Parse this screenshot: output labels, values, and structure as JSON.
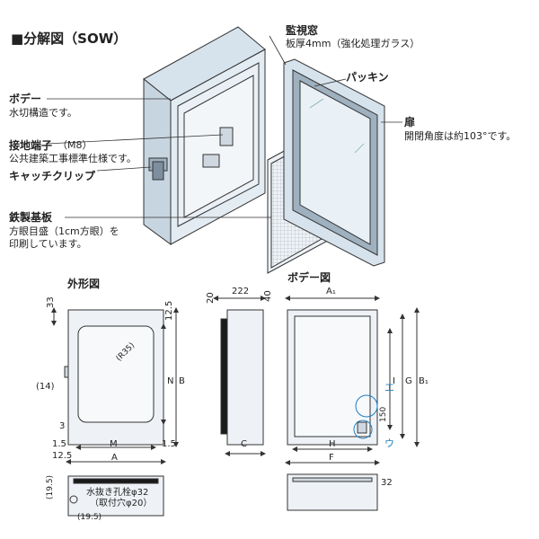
{
  "header": {
    "title": "■分解図（SOW）"
  },
  "callouts": {
    "body": {
      "title": "ボデー",
      "desc": "水切構造です。"
    },
    "terminal": {
      "title": "接地端子",
      "note": "（M8）",
      "desc": "公共建築工事標準仕様です。"
    },
    "catch_clip": {
      "title": "キャッチクリップ"
    },
    "steel_plate": {
      "title": "鉄製基板",
      "desc1": "方眼目盛（1cm方眼）を",
      "desc2": "印刷しています。"
    },
    "window": {
      "title": "監視窓",
      "desc": "板厚4mm（強化処理ガラス）"
    },
    "packing": {
      "title": "パッキン"
    },
    "door": {
      "title": "扉",
      "desc": "開閉角度は約103°です。"
    }
  },
  "outline": {
    "title": "外形図",
    "dims": {
      "d33": "33",
      "d12_5_top": "12.5",
      "r35": "(R35)",
      "n": "N",
      "b": "B",
      "d14": "(14)",
      "d3": "3",
      "d1_5_l": "1.5",
      "m": "M",
      "d1_5_r": "1.5",
      "d12_5_bot": "12.5",
      "a": "A",
      "d20": "20",
      "d222": "222",
      "d40": "40",
      "c": "C"
    },
    "bottom_note1": "水抜き孔栓φ32",
    "bottom_note2": "（取付穴φ20）",
    "d19_5_a": "(19.5)",
    "d19_5_b": "(19.5)"
  },
  "body_view": {
    "title": "ボデー図",
    "dims": {
      "a1": "A₁",
      "i": "I",
      "g": "G",
      "b1": "B₁",
      "d150": "150",
      "h": "H",
      "f": "F",
      "d32": "32"
    },
    "labels": {
      "e": "エ",
      "u": "ウ"
    }
  },
  "colors": {
    "case": "#dde7f0",
    "line": "#333333",
    "accent": "#1c7fc0",
    "panel": "#eef2f6"
  }
}
